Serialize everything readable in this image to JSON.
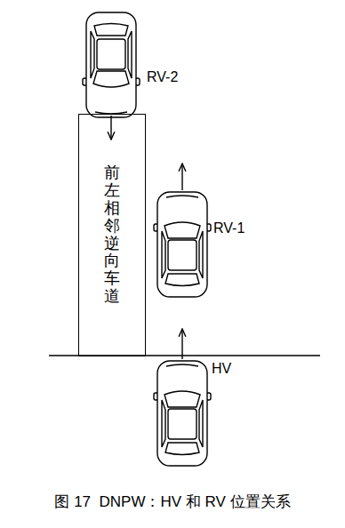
{
  "diagram": {
    "caption": "图 17  DNPW：HV 和 RV 位置关系",
    "nodes": [
      {
        "text": [
          "前左相邻逆向车道"
        ]
      }
    ],
    "labels": [
      "RV-2",
      "RV-1",
      "HV"
    ]
  }
}
